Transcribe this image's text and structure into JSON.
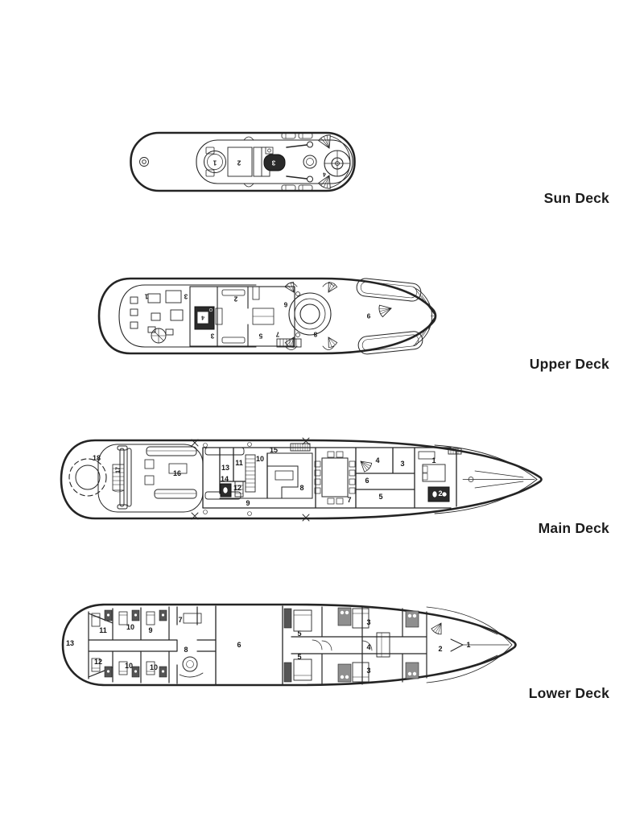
{
  "page": {
    "background": "#ffffff"
  },
  "colors": {
    "line": "#1f1f1f",
    "label": "#1c1c1c",
    "dark_fill": "#2a2a2a",
    "gray_fill": "#8f8f8f"
  },
  "decks": [
    {
      "name": "Sun Deck",
      "numbers": [
        "1",
        "2",
        "3",
        "4"
      ]
    },
    {
      "name": "Upper Deck",
      "numbers": [
        "1",
        "3",
        "2",
        "4",
        "3",
        "5",
        "6",
        "7",
        "8",
        "9"
      ]
    },
    {
      "name": "Main Deck",
      "numbers": [
        "18",
        "17",
        "16",
        "15",
        "13",
        "11",
        "10",
        "14",
        "12",
        "9",
        "8",
        "7",
        "6",
        "4",
        "3",
        "5",
        "1",
        "2"
      ]
    },
    {
      "name": "Lower Deck",
      "numbers": [
        "13",
        "11",
        "12",
        "10",
        "9",
        "10",
        "10",
        "7",
        "8",
        "6",
        "5",
        "5",
        "3",
        "4",
        "3",
        "2",
        "1"
      ]
    }
  ]
}
